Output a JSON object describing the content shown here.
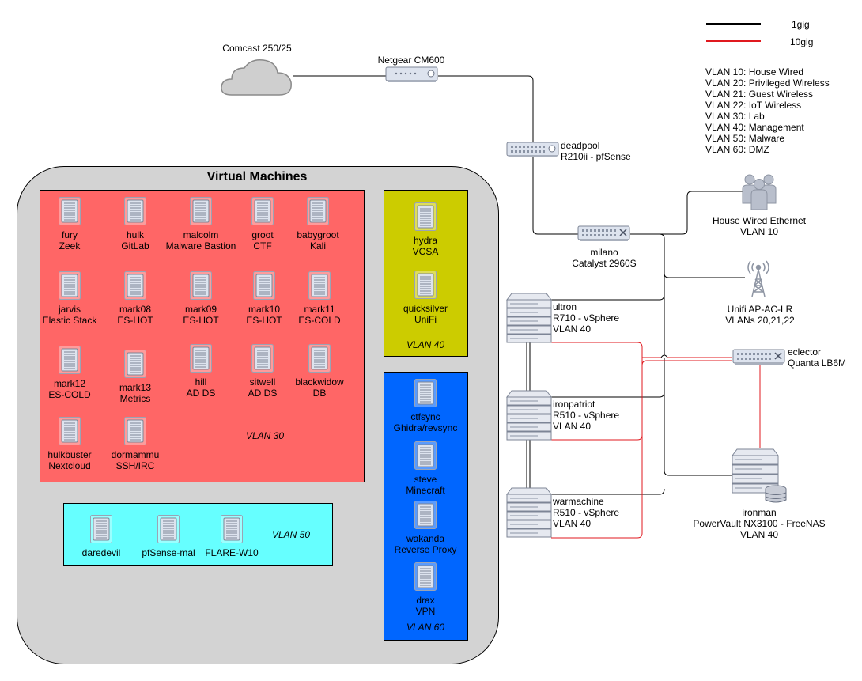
{
  "legend": {
    "line_1gig": "1gig",
    "line_10gig": "10gig",
    "color_1gig": "#000000",
    "color_10gig": "#e0191f"
  },
  "vlans": [
    "VLAN 10: House Wired",
    "VLAN 20: Privileged Wireless",
    "VLAN 21: Guest Wireless",
    "VLAN 22: IoT Wireless",
    "VLAN 30: Lab",
    "VLAN 40: Management",
    "VLAN 50: Malware",
    "VLAN 60: DMZ"
  ],
  "isp": {
    "label": "Comcast 250/25",
    "icon": "cloud-icon"
  },
  "modem": {
    "label": "Netgear CM600",
    "icon": "modem-icon"
  },
  "router": {
    "name": "deadpool",
    "role": "R210ii - pfSense",
    "icon": "rack-server-icon"
  },
  "switch": {
    "name": "milano",
    "role": "Catalyst 2960S",
    "icon": "switch-icon"
  },
  "house": {
    "name": "House Wired Ethernet",
    "vlan": "VLAN 10",
    "icon": "users-icon"
  },
  "ap": {
    "name": "Unifi AP-AC-LR",
    "vlan": "VLANs 20,21,22",
    "icon": "antenna-icon"
  },
  "switch10g": {
    "name": "eclector",
    "role": "Quanta LB6M",
    "icon": "switch-icon"
  },
  "hosts": [
    {
      "name": "ultron",
      "role": "R710 - vSphere",
      "vlan": "VLAN 40"
    },
    {
      "name": "ironpatriot",
      "role": "R510 - vSphere",
      "vlan": "VLAN 40"
    },
    {
      "name": "warmachine",
      "role": "R510 - vSphere",
      "vlan": "VLAN 40"
    }
  ],
  "nas": {
    "name": "ironman",
    "role": "PowerVault NX3100 - FreeNAS",
    "vlan": "VLAN 40",
    "icon": "storage-server-icon"
  },
  "vm_area": {
    "title": "Virtual Machines"
  },
  "vlan30": {
    "label": "VLAN 30",
    "color": "#ff6666",
    "vms": [
      {
        "name": "fury",
        "role": "Zeek"
      },
      {
        "name": "hulk",
        "role": "GitLab"
      },
      {
        "name": "malcolm",
        "role": "Malware Bastion"
      },
      {
        "name": "groot",
        "role": "CTF"
      },
      {
        "name": "babygroot",
        "role": "Kali"
      },
      {
        "name": "jarvis",
        "role": "Elastic Stack"
      },
      {
        "name": "mark08",
        "role": "ES-HOT"
      },
      {
        "name": "mark09",
        "role": "ES-HOT"
      },
      {
        "name": "mark10",
        "role": "ES-HOT"
      },
      {
        "name": "mark11",
        "role": "ES-COLD"
      },
      {
        "name": "mark12",
        "role": "ES-COLD"
      },
      {
        "name": "mark13",
        "role": "Metrics"
      },
      {
        "name": "hill",
        "role": "AD DS"
      },
      {
        "name": "sitwell",
        "role": "AD DS"
      },
      {
        "name": "blackwidow",
        "role": "DB"
      },
      {
        "name": "hulkbuster",
        "role": "Nextcloud"
      },
      {
        "name": "dormammu",
        "role": "SSH/IRC"
      }
    ]
  },
  "vlan40": {
    "label": "VLAN 40",
    "color": "#cccc00",
    "vms": [
      {
        "name": "hydra",
        "role": "VCSA"
      },
      {
        "name": "quicksilver",
        "role": "UniFi"
      }
    ]
  },
  "vlan50": {
    "label": "VLAN 50",
    "color": "#66ffff",
    "vms": [
      {
        "name": "daredevil"
      },
      {
        "name": "pfSense-mal"
      },
      {
        "name": "FLARE-W10"
      }
    ]
  },
  "vlan60": {
    "label": "VLAN 60",
    "color": "#0066ff",
    "vms": [
      {
        "name": "ctfsync",
        "role": "Ghidra/revsync"
      },
      {
        "name": "steve",
        "role": "Minecraft"
      },
      {
        "name": "wakanda",
        "role": "Reverse Proxy"
      },
      {
        "name": "drax",
        "role": "VPN"
      }
    ]
  }
}
